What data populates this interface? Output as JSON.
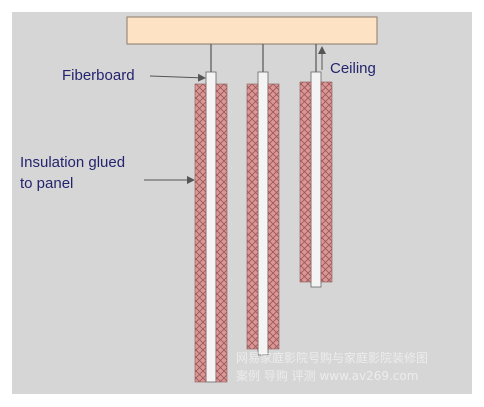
{
  "labels": {
    "ceiling": "Ceiling",
    "fiberboard": "Fiberboard",
    "insulation_line1": "Insulation glued",
    "insulation_line2": "to panel"
  },
  "watermark": {
    "line1": "网易家庭影院号购与家庭影院装修图",
    "line2": "案例  导购  评测  www.av269.com"
  },
  "colors": {
    "ceiling_fill": "#fde3c4",
    "ceiling_stroke": "#8a7a6a",
    "insulation_fill": "#dc9696",
    "insulation_hatch": "#9a5a5a",
    "panel_fill": "#f4f4f4",
    "line": "#555555",
    "label": "#24246e",
    "background": "#d6d6d6"
  }
}
